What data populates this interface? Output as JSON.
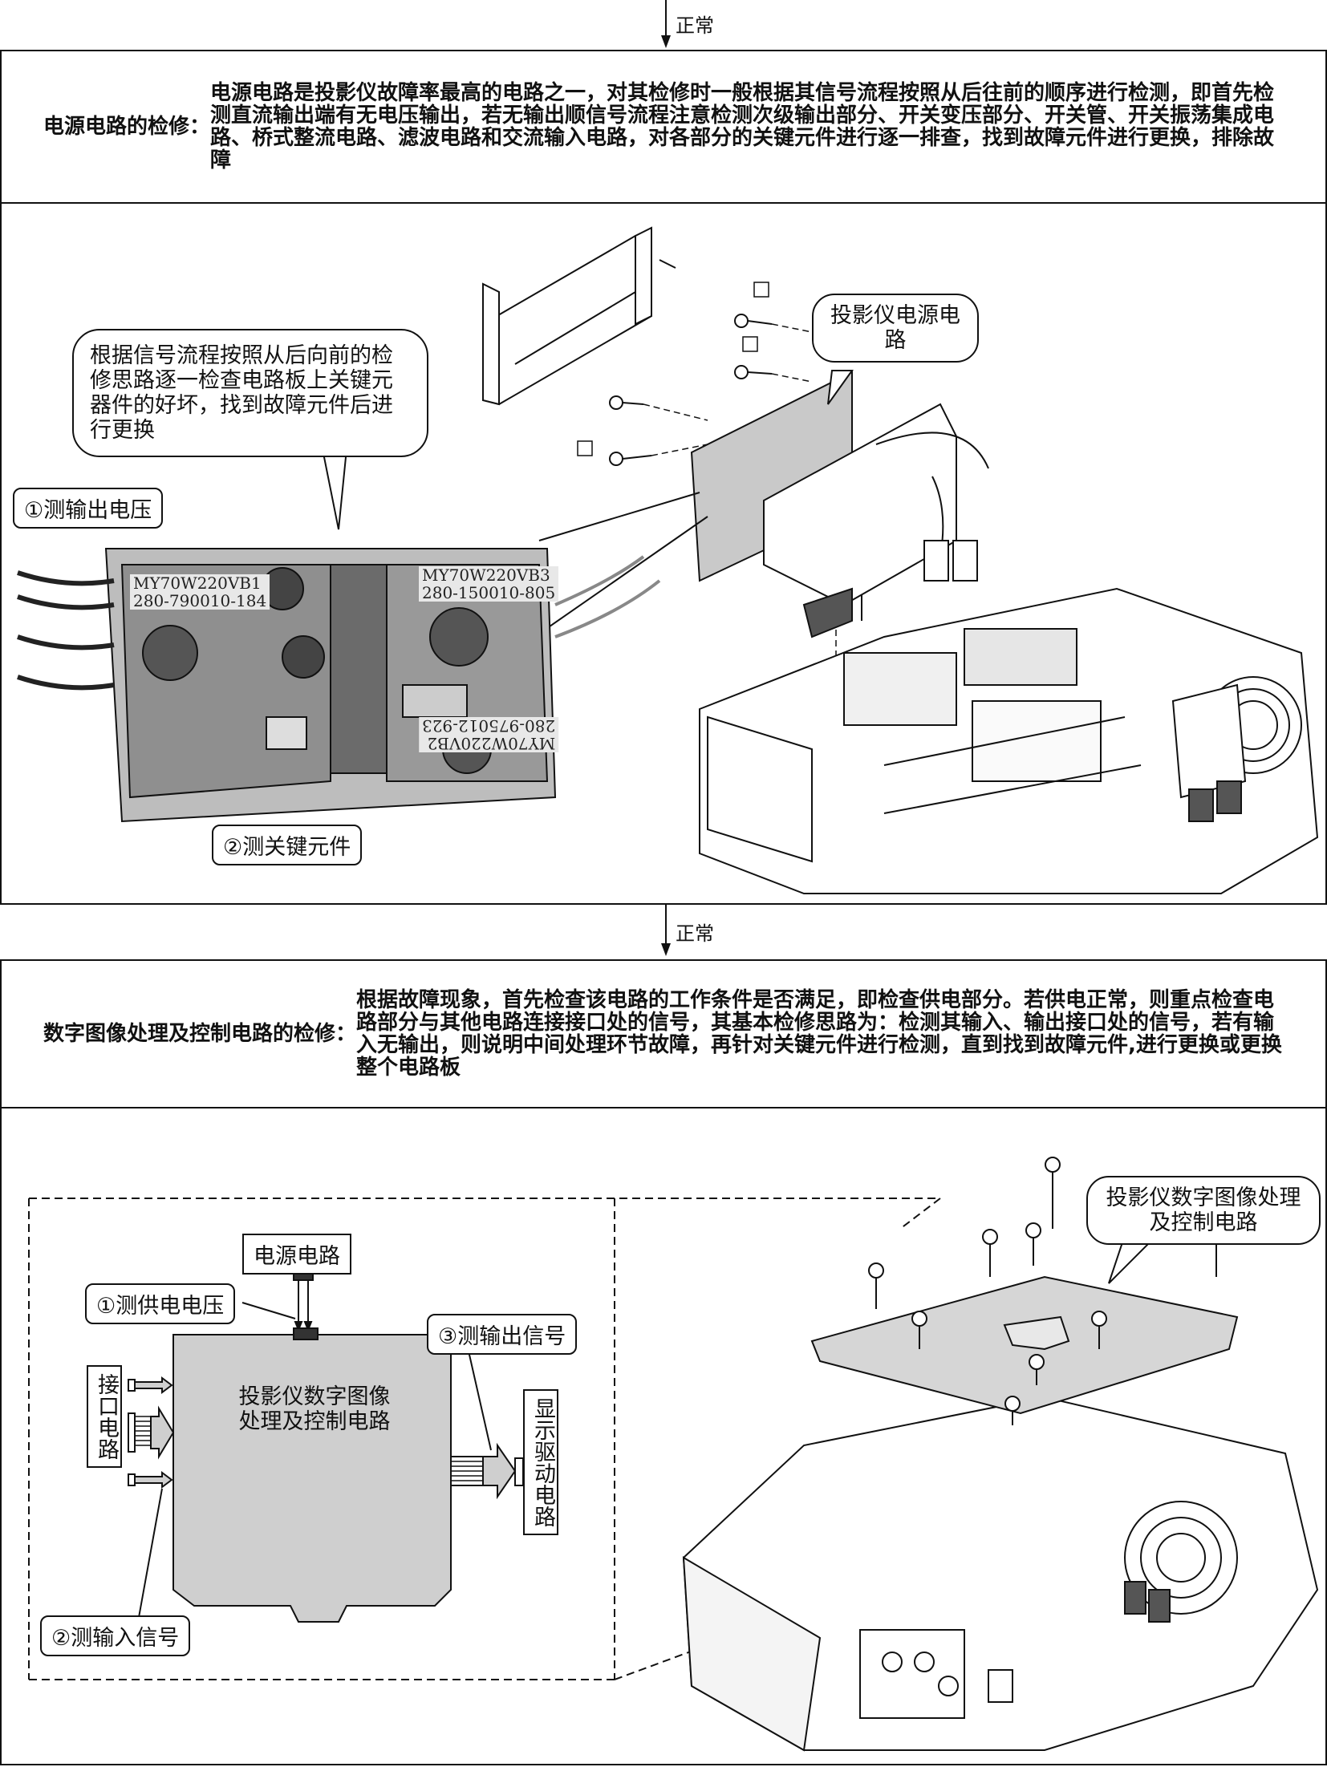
{
  "flow": {
    "normal_label": "正常"
  },
  "section1": {
    "heading": "电源电路的检修：",
    "body": "电源电路是投影仪故障率最高的电路之一，对其检修时一般根据其信号流程按照从后往前的顺序进行检测，即首先检测直流输出端有无电压输出，若无输出顺信号流程注意检测次级输出部分、开关变压部分、开关管、开关振荡集成电路、桥式整流电路、滤波电路和交流输入电路，对各部分的关键元件进行逐一排查，找到故障元件进行更换，排除故障",
    "callout_main": "根据信号流程按照从后向前的检修思路逐一检查电路板上关键元器件的好坏，找到故障元件后进行更换",
    "callout_power": "投影仪电源电路",
    "label_output_voltage": "①测输出电压",
    "label_key_parts": "②测关键元件",
    "board_tag_1a": "MY70W220VB1",
    "board_tag_1b": "280-790010-184",
    "board_tag_2a": "MY70W220VB3",
    "board_tag_2b": "280-150010-805",
    "board_tag_3a": "MY70W220VB2",
    "board_tag_3b": "280-975012-923"
  },
  "section2": {
    "heading": "数字图像处理及控制电路的检修：",
    "body": "根据故障现象，首先检查该电路的工作条件是否满足，即检查供电部分。若供电正常，则重点检查电路部分与其他电路连接接口处的信号，其基本检修思路为：检测其输入、输出接口处的信号，若有输入无输出，则说明中间处理环节故障，再针对关键元件进行检测，直到找到故障元件,进行更换或更换整个电路板",
    "power_circuit": "电源电路",
    "label_supply_voltage": "①测供电电压",
    "label_output_signal": "③测输出信号",
    "label_input_signal": "②测输入信号",
    "board_title": "投影仪数字图像处理及控制电路",
    "interface_circuit": "接口电路",
    "display_driver": "显示驱动电路",
    "callout_digital": "投影仪数字图像处理及控制电路"
  },
  "colors": {
    "board_fill": "#cfcfcf",
    "line": "#111111",
    "photo_dark": "#3a3a3a"
  }
}
